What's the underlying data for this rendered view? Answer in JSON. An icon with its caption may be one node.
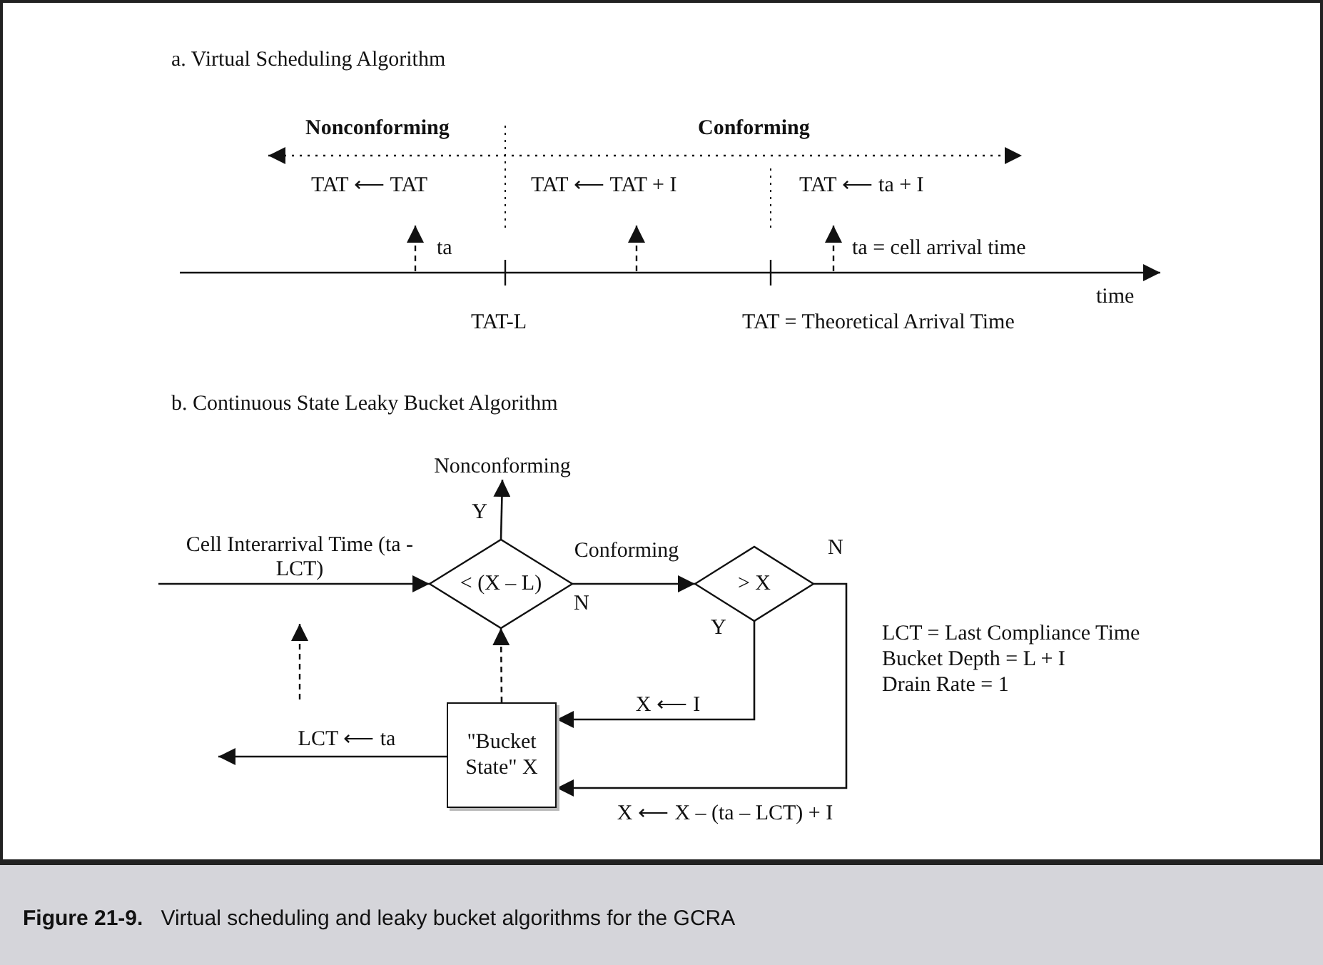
{
  "diagram": {
    "caption": "**Figure 21-9.**   Virtual scheduling and leaky bucket algorithms for the GCRA",
    "nodes": [
      {
        "text": [
          "Nonconforming"
        ]
      },
      {
        "text": [
          "< (X – L)"
        ],
        "beside": [
          "N"
        ]
      },
      {
        "text": [
          "> X"
        ],
        "beside": [
          "N",
          "Y"
        ]
      },
      {
        "text": [
          "\"Bucket State\" X"
        ]
      }
    ],
    "edges": [
      {
        "from": null,
        "to": 1,
        "arrow": "to",
        "label": "Cell Interarrival Time (ta - LCT)"
      },
      {
        "from": 1,
        "to": 0,
        "arrow": "to",
        "label": "Y"
      },
      {
        "from": 1,
        "to": 2,
        "arrow": "to",
        "label": "Conforming"
      },
      {
        "from": 2,
        "to": 3,
        "arrow": "to",
        "label": "X ⟵ I"
      },
      {
        "from": 2,
        "to": 3,
        "arrow": "to",
        "label": "X ⟵ X – (ta – LCT) + I"
      },
      {
        "from": 3,
        "to": 1,
        "arrow": "to",
        "style": "dashed"
      },
      {
        "from": 3,
        "to": null,
        "arrow": "to",
        "label": "LCT ⟵ ta"
      }
    ],
    "labels": [
      "a. Virtual Scheduling Algorithm",
      "Nonconforming",
      "Conforming",
      "TAT ⟵ TAT",
      "TAT ⟵ TAT + I",
      "TAT ⟵ ta + I",
      "ta",
      "ta = cell arrival time",
      "time",
      "TAT-L",
      "TAT = Theoretical Arrival Time",
      "b. Continuous State Leaky Bucket Algorithm",
      "LCT = Last Compliance Time",
      "Bucket Depth = L + I",
      "Drain Rate = 1"
    ]
  }
}
